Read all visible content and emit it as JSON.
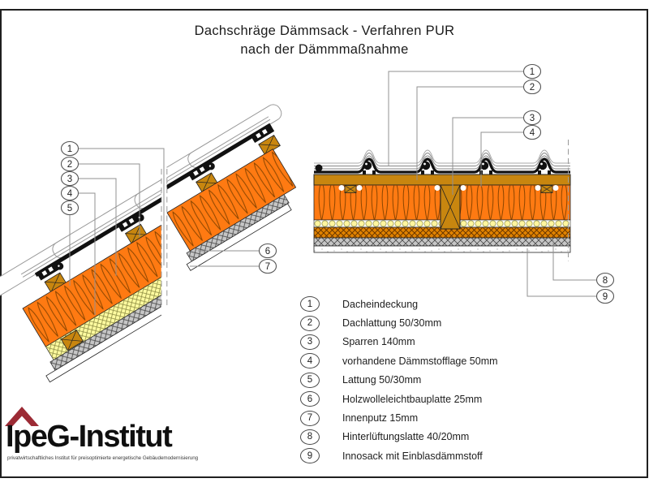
{
  "title": {
    "line1": "Dachschräge Dämmsack - Verfahren PUR",
    "line2": "nach der Dämmmaßnahme"
  },
  "legend": {
    "items": [
      {
        "num": "1",
        "label": "Dacheindeckung"
      },
      {
        "num": "2",
        "label": "Dachlattung 50/30mm"
      },
      {
        "num": "3",
        "label": "Sparren 140mm"
      },
      {
        "num": "4",
        "label": "vorhandene Dämmstofflage 50mm"
      },
      {
        "num": "5",
        "label": "Lattung 50/30mm"
      },
      {
        "num": "6",
        "label": "Holzwolleleichtbauplatte 25mm"
      },
      {
        "num": "7",
        "label": "Innenputz 15mm"
      },
      {
        "num": "8",
        "label": "Hinterlüftungslatte 40/20mm"
      },
      {
        "num": "9",
        "label": "Innosack mit Einblasdämmstoff"
      }
    ]
  },
  "logo": {
    "wordmark": "IpeG-Institut",
    "tagline": "privatwirtschaftliches Institut für preisoptimierte energetische Gebäudemodernisierung"
  },
  "colors": {
    "insulation_orange": "#FF7A12",
    "wood_brown": "#C8860F",
    "existing_insulation_yellow": "#FFFBA0",
    "ventilation_batten_orange": "#E08200",
    "woodwool_gray": "#C6C6C6",
    "logo_red": "#9C2B35"
  }
}
